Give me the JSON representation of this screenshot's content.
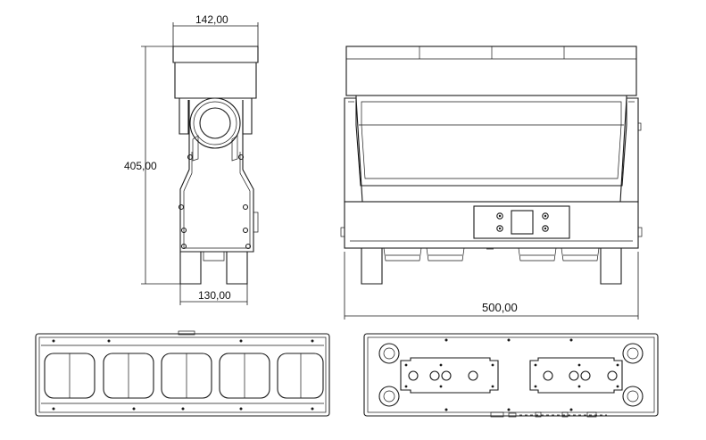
{
  "dimensions": {
    "top_width": "142,00",
    "height": "405,00",
    "base_width": "130,00",
    "front_width": "500,00"
  }
}
